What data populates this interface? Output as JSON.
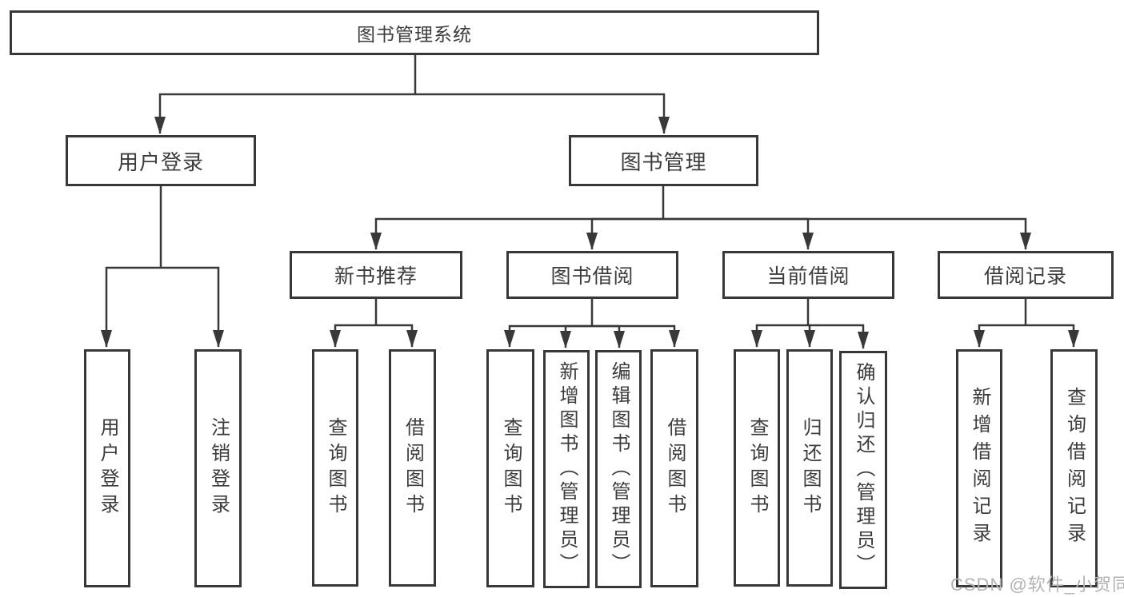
{
  "tree": {
    "label": "图书管理系统",
    "children": [
      {
        "label": "用户登录",
        "children": [
          {
            "label": "用户登录"
          },
          {
            "label": "注销登录"
          }
        ]
      },
      {
        "label": "图书管理",
        "children": [
          {
            "label": "新书推荐",
            "children": [
              {
                "label": "查询图书"
              },
              {
                "label": "借阅图书"
              }
            ]
          },
          {
            "label": "图书借阅",
            "children": [
              {
                "label": "查询图书"
              },
              {
                "label": "新增图书（管理员）"
              },
              {
                "label": "编辑图书（管理员）"
              },
              {
                "label": "借阅图书"
              }
            ]
          },
          {
            "label": "当前借阅",
            "children": [
              {
                "label": "查询图书"
              },
              {
                "label": "归还图书"
              },
              {
                "label": "确认归还（管理员）"
              }
            ]
          },
          {
            "label": "借阅记录",
            "children": [
              {
                "label": "新增借阅记录"
              },
              {
                "label": "查询借阅记录"
              }
            ]
          }
        ]
      }
    ]
  },
  "watermark": {
    "text": "CSDN @软件_小贺同学"
  },
  "colors": {
    "line": "#383838",
    "text": "#3c3c3c",
    "box_background": "#ffffff",
    "watermark": "#b3b3b3"
  }
}
